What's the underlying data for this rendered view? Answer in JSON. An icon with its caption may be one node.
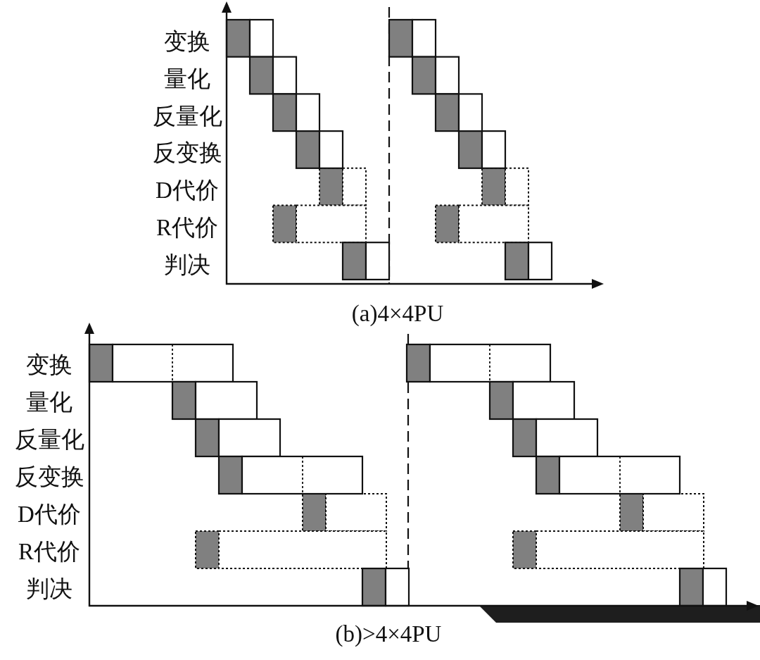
{
  "diagram": {
    "labels": [
      "变换",
      "量化",
      "反量化",
      "反变换",
      "D代价",
      "R代价",
      "判决",
      "(a)4×4PU",
      "变换",
      "量化",
      "反量化",
      "反变换",
      "D代价",
      "R代价",
      "判决",
      "(b)>4×4PU"
    ]
  }
}
